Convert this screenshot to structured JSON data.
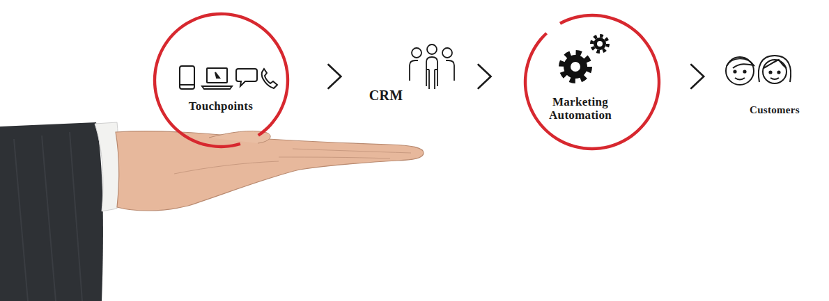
{
  "diagram": {
    "nodes": [
      {
        "text": [
          "Touchpoints"
        ]
      },
      {
        "text": [
          "CRM"
        ]
      },
      {
        "text": [
          "Marketing Automation"
        ]
      },
      {
        "text": [
          "Customers"
        ]
      }
    ],
    "edges": [
      {
        "from": 0,
        "to": 1,
        "arrow": "to"
      },
      {
        "from": 1,
        "to": 2,
        "arrow": "to"
      },
      {
        "from": 2,
        "to": 3,
        "arrow": "to"
      }
    ]
  }
}
